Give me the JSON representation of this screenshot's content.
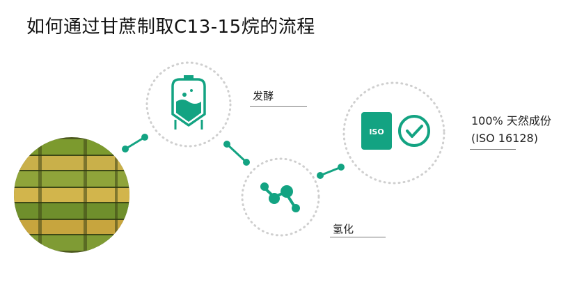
{
  "title": "如何通过甘蔗制取C13-15烷的流程",
  "steps": {
    "fermentation": {
      "label": "发酵",
      "icon": "fermentation-tank-icon"
    },
    "hydrogenation": {
      "label": "氢化",
      "icon": "molecule-icon"
    },
    "result": {
      "line1": "100% 天然成份",
      "line2": "(ISO 16128)",
      "badge_text": "ISO",
      "icons": [
        "iso-document-icon",
        "checkmark-circle-icon"
      ]
    }
  },
  "source": {
    "icon": "sugarcane-photo"
  },
  "colors": {
    "accent": "#13a382",
    "dots": "#cfcfcf",
    "cane_green": "#6f8f2c",
    "cane_yellow": "#c9a43a"
  }
}
